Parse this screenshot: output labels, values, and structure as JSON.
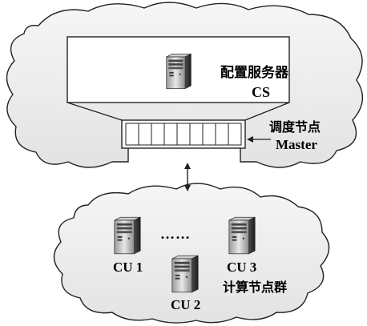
{
  "config_server": {
    "name": "配置服务器",
    "code": "CS"
  },
  "scheduler": {
    "name": "调度节点",
    "code": "Master"
  },
  "compute_cluster": {
    "name": "计算节点群",
    "ellipsis": "……",
    "units": [
      {
        "label": "CU 1"
      },
      {
        "label": "CU 2"
      },
      {
        "label": "CU 3"
      }
    ]
  },
  "queue_slots": 9
}
